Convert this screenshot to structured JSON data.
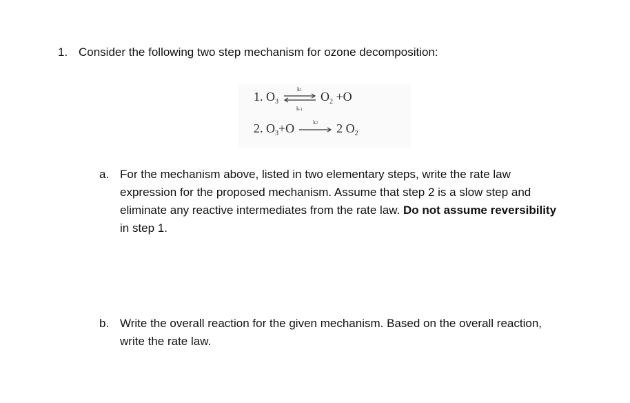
{
  "question": {
    "number": "1.",
    "text": "Consider the following two step mechanism for ozone decomposition:"
  },
  "mechanism": {
    "step1": {
      "label": "1.",
      "reactant": "O",
      "reactant_sub": "3",
      "k_forward": "k",
      "k_forward_sub": "1",
      "k_reverse": "k",
      "k_reverse_sub": "-1",
      "product1": "O",
      "product1_sub": "2",
      "plus": "+",
      "product2": "O"
    },
    "step2": {
      "label": "2.",
      "reactant1": "O",
      "reactant1_sub": "3",
      "plus": "+",
      "reactant2": "O",
      "k": "k",
      "k_sub": "2",
      "coef": "2",
      "product": "O",
      "product_sub": "2"
    }
  },
  "part_a": {
    "letter": "a.",
    "text1": "For the mechanism above, listed in two elementary steps, write the rate law expression for the proposed mechanism. Assume that step 2 is a slow step and eliminate any reactive intermediates from the rate law. ",
    "bold1": "Do not assume reversibility",
    "text2": " in step 1."
  },
  "part_b": {
    "letter": "b.",
    "text": "Write the overall reaction for the given mechanism. Based on the overall reaction, write the rate law."
  }
}
